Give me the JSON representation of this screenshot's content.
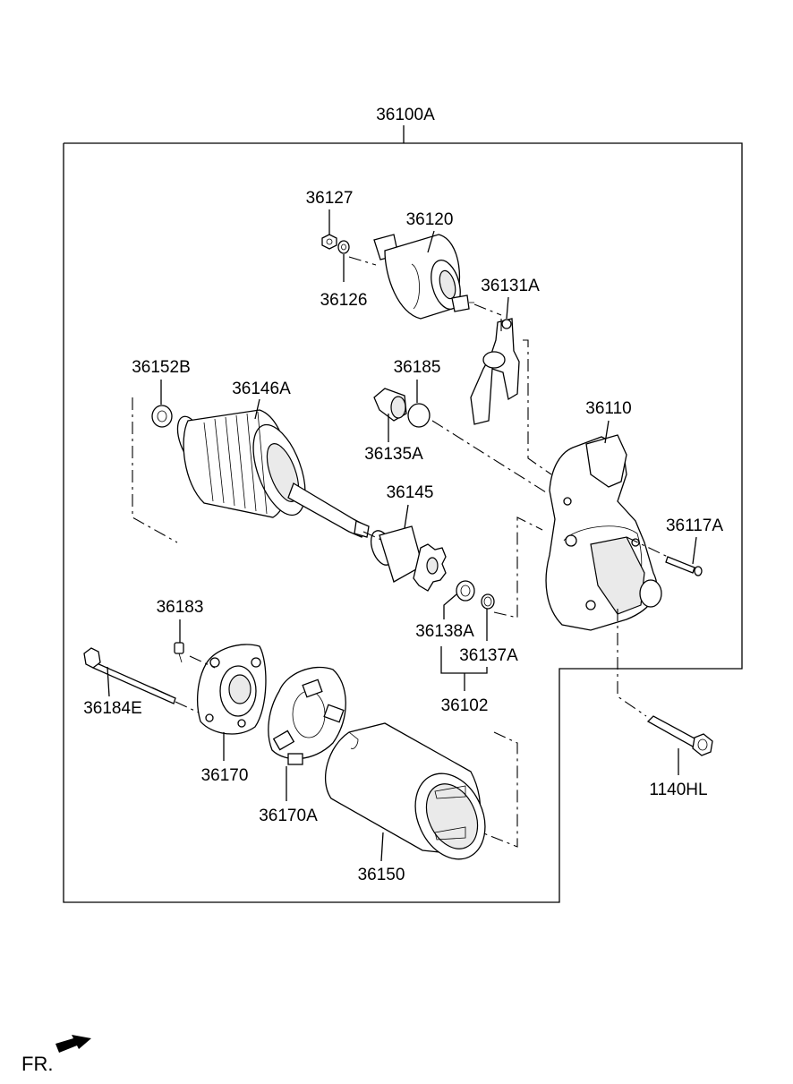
{
  "assembly_label": "36100A",
  "labels": {
    "p36127": "36127",
    "p36126": "36126",
    "p36120": "36120",
    "p36131A": "36131A",
    "p36152B": "36152B",
    "p36146A": "36146A",
    "p36185": "36185",
    "p36135A": "36135A",
    "p36110": "36110",
    "p36145": "36145",
    "p36117A": "36117A",
    "p36183": "36183",
    "p36138A": "36138A",
    "p36137A": "36137A",
    "p36184E": "36184E",
    "p36102": "36102",
    "p36170": "36170",
    "p36170A": "36170A",
    "p1140HL": "1140HL",
    "p36150": "36150"
  },
  "direction_marker": "FR."
}
